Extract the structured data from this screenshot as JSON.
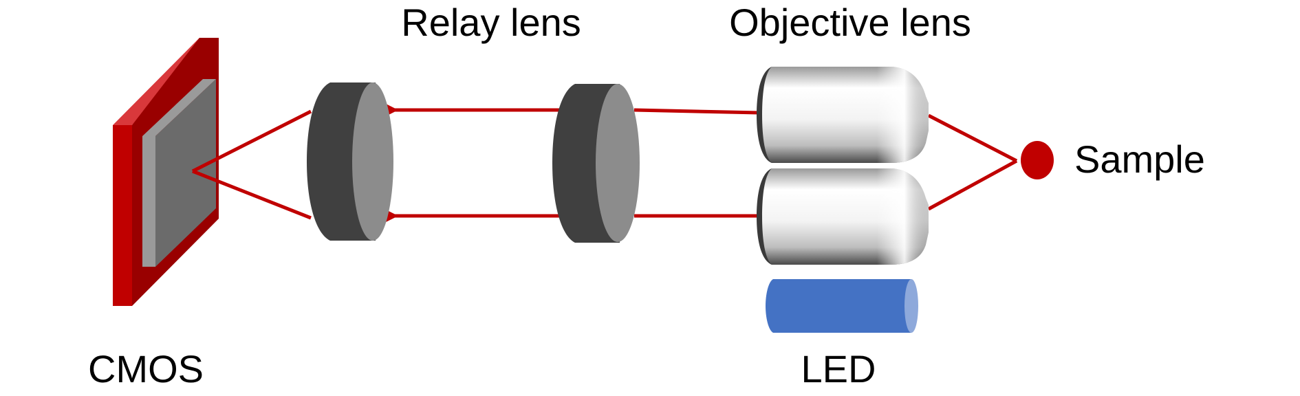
{
  "labels": {
    "relay_lens": "Relay lens",
    "objective_lens": "Objective lens",
    "sample": "Sample",
    "cmos": "CMOS",
    "led": "LED"
  },
  "colors": {
    "beam": "#C00000",
    "sensor_frame": "#C00000",
    "sensor_frame_dark": "#990000",
    "sensor_frame_light": "#D9383B",
    "sensor_chip": "#6B6B6B",
    "sensor_chip_edge": "#9A9A9A",
    "lens_body": "#404040",
    "lens_face": "#8C8C8C",
    "led_body": "#4472C4",
    "led_cap": "#8EA9DB",
    "sample_dot": "#C00000"
  }
}
